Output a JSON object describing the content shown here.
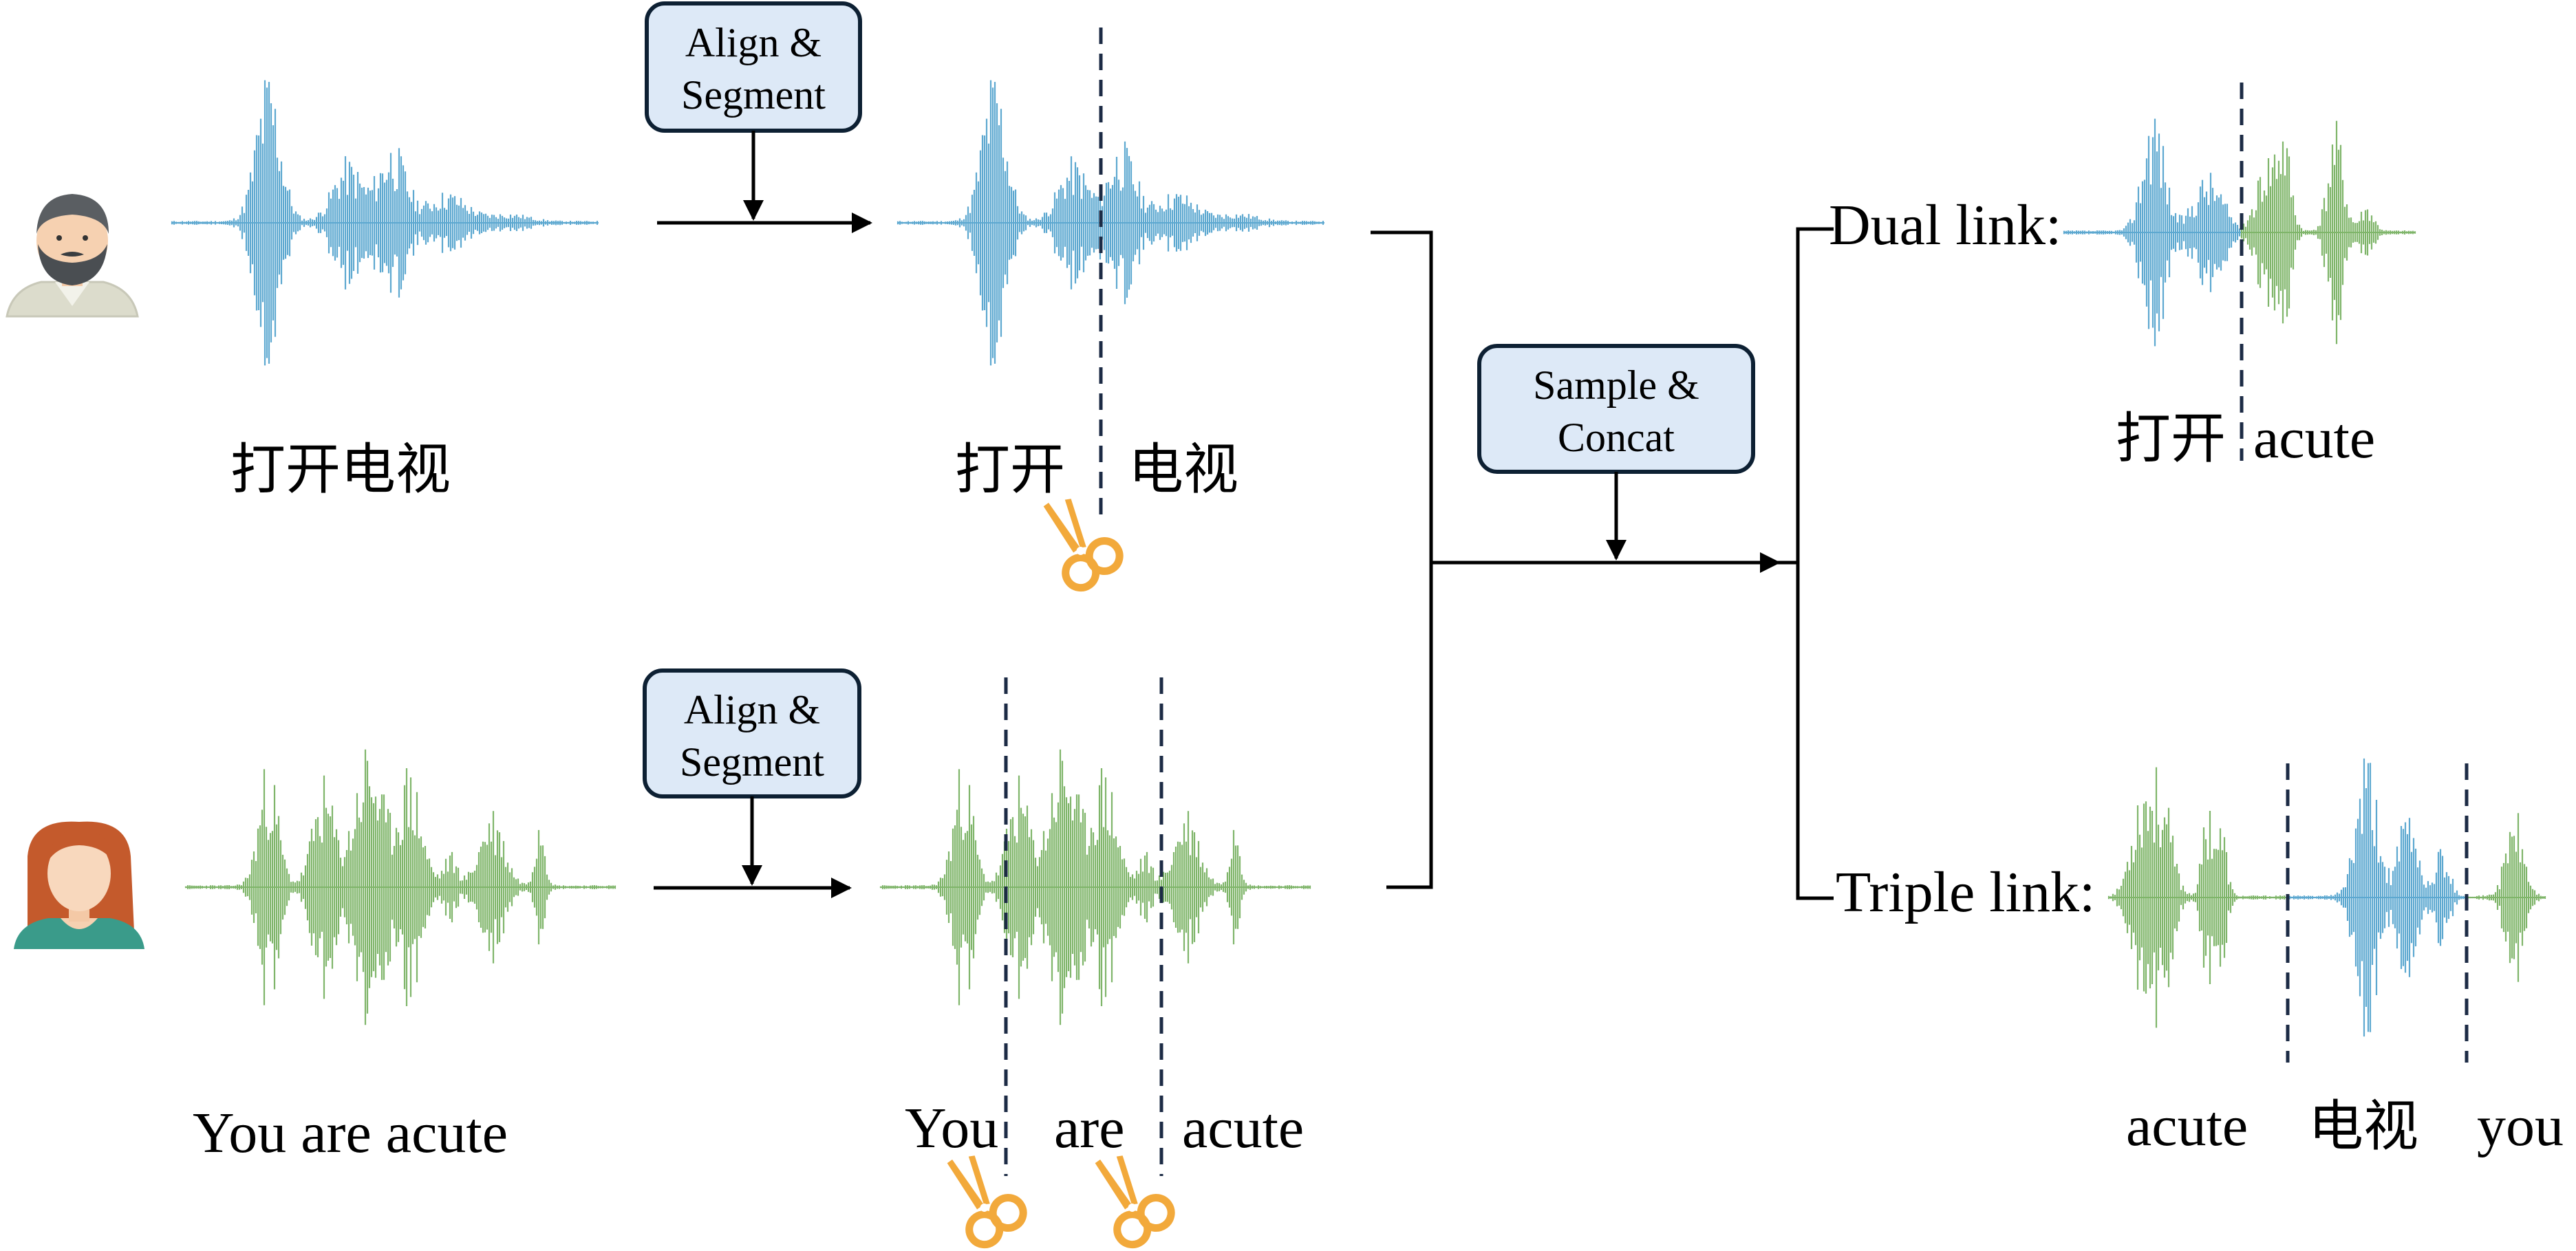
{
  "colors": {
    "mandarin_wave": "#5da8d0",
    "english_wave": "#7fb56a",
    "box_fill": "#dde9f7",
    "box_border": "#0d2033",
    "scissors": "#f2a93b"
  },
  "speakers": {
    "top": {
      "icon": "bearded-man-icon",
      "utterance": "打开电视"
    },
    "bottom": {
      "icon": "woman-icon",
      "utterance": "You are acute"
    }
  },
  "steps": {
    "align_top": [
      "Align &",
      "Segment"
    ],
    "align_bottom": [
      "Align &",
      "Segment"
    ],
    "sample": [
      "Sample &",
      "Concat"
    ]
  },
  "segments": {
    "top": [
      "打开",
      "电视"
    ],
    "bottom": [
      "You",
      "are",
      "acute"
    ]
  },
  "outputs": {
    "dual": {
      "label": "Dual link:",
      "words": [
        "打开",
        "acute"
      ]
    },
    "triple": {
      "label": "Triple link:",
      "words": [
        "acute",
        "电视",
        "you"
      ]
    }
  }
}
